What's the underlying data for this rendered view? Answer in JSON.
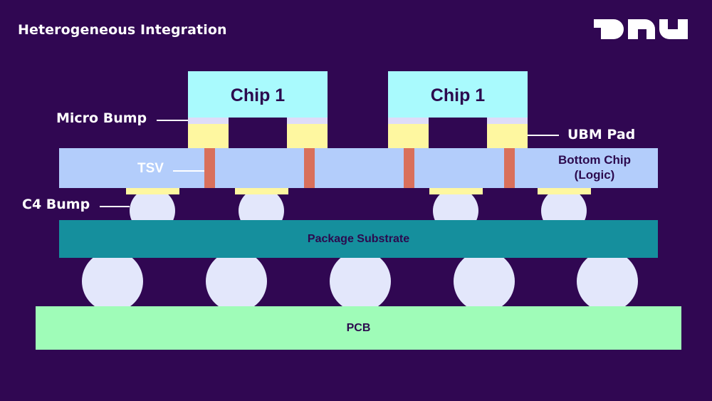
{
  "header": {
    "title": "Heterogeneous Integration",
    "logo_text": "DNN"
  },
  "diagram": {
    "top_chips": [
      {
        "label": "Chip 1"
      },
      {
        "label": "Chip 1"
      }
    ],
    "layers": {
      "bottom_chip": "Bottom Chip",
      "bottom_chip_sub": "(Logic)",
      "package_substrate": "Package Substrate",
      "pcb": "PCB"
    },
    "callouts": {
      "micro_bump": "Micro Bump",
      "tsv": "TSV",
      "c4_bump": "C4 Bump",
      "ubm_pad": "UBM Pad"
    },
    "counts": {
      "tsvs": 4,
      "c4_bumps": 4,
      "bga_balls": 5
    },
    "colors": {
      "background": "#300752",
      "chip": "#a9fafd",
      "micro_bump_layer": "#dedcf8",
      "ubm_pad": "#fef7a0",
      "bottom_chip": "#b3cdfb",
      "tsv": "#d9705b",
      "bump": "#e3e7fb",
      "package_substrate": "#158f9d",
      "pcb": "#9ffcb8"
    }
  }
}
